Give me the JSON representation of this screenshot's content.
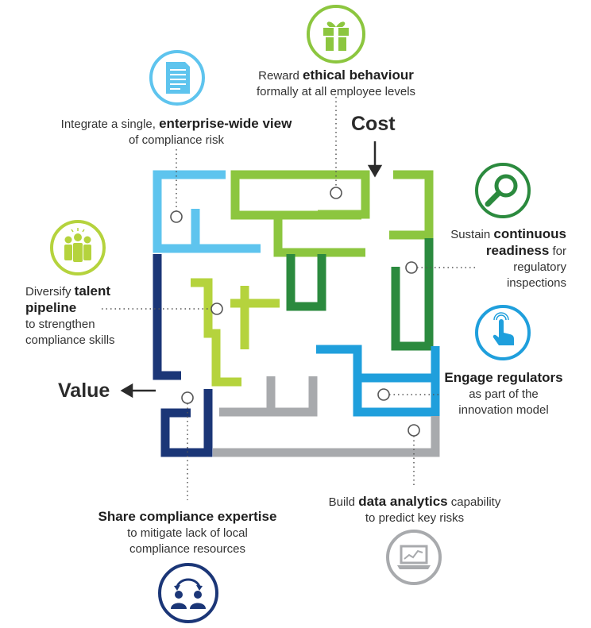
{
  "directions": {
    "cost": "Cost",
    "value": "Value"
  },
  "colors": {
    "light_blue": "#5ec4ee",
    "navy": "#1b3677",
    "light_green": "#8cc63f",
    "dark_green": "#2b8a3e",
    "lime": "#b5d33d",
    "blue": "#1f9fdc",
    "gray": "#a8aaad",
    "text": "#2b2b2b"
  },
  "labels": {
    "reward": {
      "pre": "Reward ",
      "bold": "ethical behaviour",
      "line2": "formally at all employee levels"
    },
    "integrate": {
      "pre": "Integrate a single, ",
      "bold": "enterprise-wide view",
      "line2": "of compliance risk"
    },
    "sustain": {
      "pre": "Sustain ",
      "bold1": "continuous",
      "bold2": "readiness",
      "post2": " for",
      "line3": "regulatory",
      "line4": "inspections"
    },
    "diversify": {
      "pre": "Diversify ",
      "bold1": "talent",
      "bold2": "pipeline",
      "line3": "to strengthen",
      "line4": "compliance skills"
    },
    "engage": {
      "bold": "Engage regulators",
      "line2": "as part of the",
      "line3": "innovation model"
    },
    "share": {
      "bold": "Share compliance expertise",
      "line2": "to mitigate lack of local",
      "line3": "compliance resources"
    },
    "build": {
      "pre": "Build ",
      "bold": "data analytics",
      "post": " capability",
      "line2": "to predict key risks"
    }
  },
  "icons": [
    "gift-icon",
    "document-icon",
    "magnifier-icon",
    "team-icon",
    "touch-icon",
    "analytics-laptop-icon",
    "exchange-people-icon"
  ]
}
